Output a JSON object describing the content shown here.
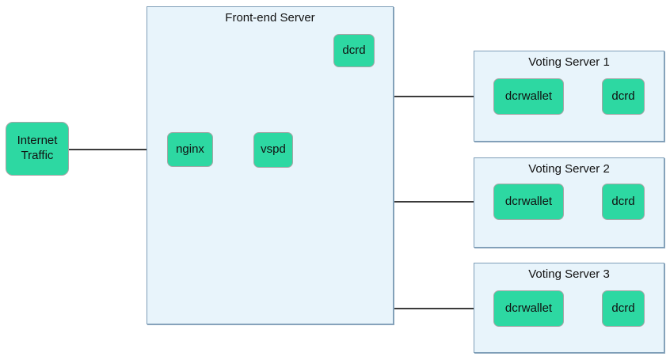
{
  "diagram": {
    "internet_traffic_label": "Internet Traffic",
    "frontend": {
      "title": "Front-end Server",
      "nginx_label": "nginx",
      "vspd_label": "vspd",
      "dcrd_label": "dcrd"
    },
    "voting_servers": [
      {
        "title": "Voting Server 1",
        "dcrwallet_label": "dcrwallet",
        "dcrd_label": "dcrd"
      },
      {
        "title": "Voting Server 2",
        "dcrwallet_label": "dcrwallet",
        "dcrd_label": "dcrd"
      },
      {
        "title": "Voting Server 3",
        "dcrwallet_label": "dcrwallet",
        "dcrd_label": "dcrd"
      }
    ],
    "edges": [
      {
        "from": "internet-traffic",
        "to": "nginx"
      },
      {
        "from": "nginx",
        "to": "vspd"
      },
      {
        "from": "vspd",
        "to": "frontend-dcrd"
      },
      {
        "from": "vspd",
        "to": "voting-server-1-dcrwallet"
      },
      {
        "from": "vspd",
        "to": "voting-server-2-dcrwallet"
      },
      {
        "from": "vspd",
        "to": "voting-server-3-dcrwallet"
      },
      {
        "from": "voting-server-1-dcrwallet",
        "to": "voting-server-1-dcrd"
      },
      {
        "from": "voting-server-2-dcrwallet",
        "to": "voting-server-2-dcrd"
      },
      {
        "from": "voting-server-3-dcrwallet",
        "to": "voting-server-3-dcrd"
      }
    ],
    "colors": {
      "node_fill": "#2dd8a2",
      "node_border": "#a6a6a6",
      "container_fill": "#e8f4fb",
      "container_border": "#7e9eb8",
      "edge": "#3b3b3b",
      "text": "#111111"
    }
  }
}
